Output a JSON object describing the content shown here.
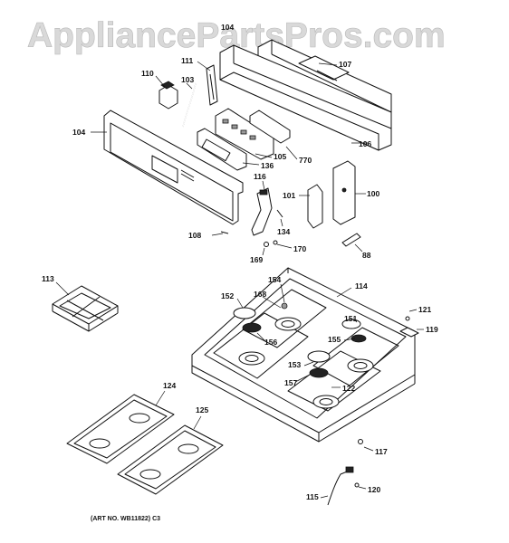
{
  "watermark": "AppliancePartsPros.com",
  "art_number": "(ART NO. WB11822) C3",
  "part_labels": {
    "p104a": "104",
    "p107": "107",
    "p111": "111",
    "p110": "110",
    "p103": "103",
    "p104": "104",
    "p106": "106",
    "p105": "105",
    "p770": "770",
    "p136": "136",
    "p116": "116",
    "p101": "101",
    "p100": "100",
    "p134": "134",
    "p108": "108",
    "p170": "170",
    "p169": "169",
    "p88": "88",
    "p113": "113",
    "p154": "154",
    "p114": "114",
    "p152": "152",
    "p168": "168",
    "p121": "121",
    "p151": "151",
    "p119": "119",
    "p156": "156",
    "p155": "155",
    "p153": "153",
    "p157": "157",
    "p122": "122",
    "p124": "124",
    "p125": "125",
    "p117": "117",
    "p120": "120",
    "p115": "115"
  }
}
